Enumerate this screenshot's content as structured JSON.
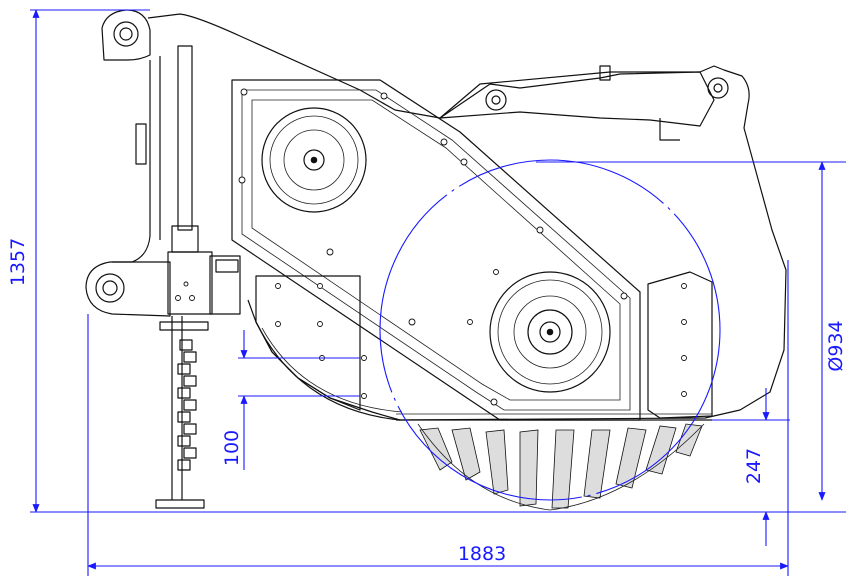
{
  "dimensions": {
    "height_total": "1357",
    "length_total": "1883",
    "rotor_diameter": "Ø934",
    "ground_clearance": "247",
    "hole_spacing": "100"
  },
  "colors": {
    "dimension": "#1a1aff",
    "outline": "#111111",
    "background": "#ffffff"
  }
}
